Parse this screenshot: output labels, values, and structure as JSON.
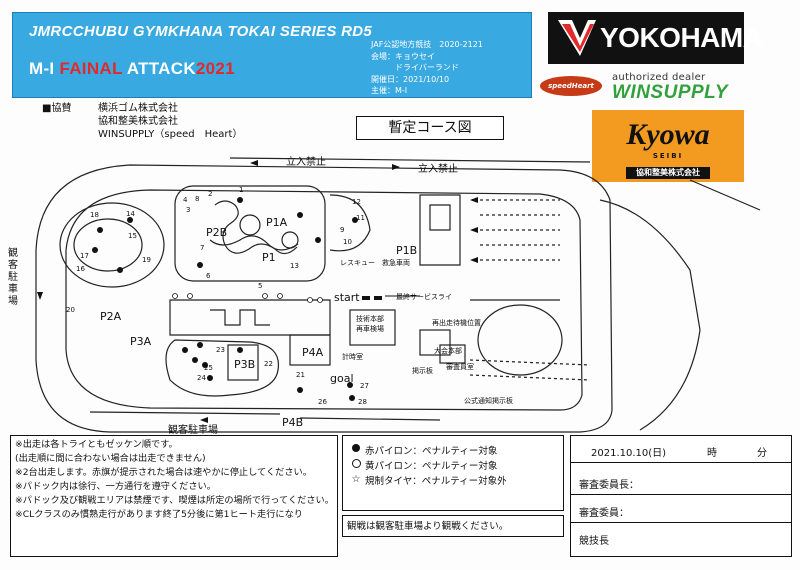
{
  "header": {
    "title_line1": "JMRCCHUBU GYMKHANA TOKAI SERIES RD5",
    "title_line2_a": "M-I ",
    "title_line2_b": "FAINAL",
    "title_line2_c": " ATTACK",
    "title_line2_d": "2021",
    "info": {
      "line1": "JAF公認地方競技　2020-2121",
      "line2": "会場：キョウセイ",
      "line3": "　　　ドライバーランド",
      "line4": "開催日：2021/10/10",
      "line5": "主催：M-I"
    },
    "colors": {
      "banner": "#39a9e2",
      "accent_red": "#e12a2a"
    }
  },
  "logos": {
    "yokohama": "YOKOHAMA",
    "speedheart": "speedHeart",
    "authorized": "authorized dealer",
    "winsupply": "WINSUPPLY",
    "kyowa": "Kyowa",
    "kyowa_sub": "SEIBI",
    "kyowa_name": "協和整美株式会社"
  },
  "sponsors": {
    "label": "■協賛",
    "names": [
      "横浜ゴム株式会社",
      "協和整美株式会社",
      "WINSUPPLY（speed　Heart）"
    ]
  },
  "course_title": "暫定コース図",
  "no_entry": [
    "立入禁止",
    "立入禁止"
  ],
  "map": {
    "areas": [
      "P1",
      "P1A",
      "P1B",
      "P2A",
      "P2B",
      "P3A",
      "P3B",
      "P4A",
      "P4B"
    ],
    "start": "start",
    "goal": "goal",
    "spectator_parking_vertical": "観客駐車場",
    "spectator_parking_bottom": "観客駐車場",
    "small_labels": {
      "rescue": "レスキュー　救急車両",
      "service": "最終サービスライ",
      "tech": "技術本部",
      "re_inspection": "再車検場",
      "timer": "計時室",
      "re_exit": "再出走待機位置",
      "hq": "大会本部",
      "notice": "掲示板",
      "judges_room": "審査員室",
      "official_notice": "公式通知掲示板"
    },
    "pylons": [
      "1",
      "2",
      "3",
      "4",
      "5",
      "6",
      "7",
      "8",
      "9",
      "10",
      "11",
      "12",
      "13",
      "14",
      "15",
      "16",
      "17",
      "18",
      "19",
      "20",
      "21",
      "22",
      "23",
      "24",
      "25",
      "26",
      "27",
      "28"
    ]
  },
  "notes": [
    "※出走は各トライともゼッケン順です。",
    "(出走順に間に合わない場合は出走できません)",
    "※2台出走します。赤旗が提示された場合は速やかに停止してください。",
    "※パドック内は徐行、一方通行を遵守ください。",
    "※パドック及び観戦エリアは禁煙です、喫煙は所定の場所で行ってください。",
    "※CLクラスのみ慣熟走行があります終了5分後に第1ヒート走行になり"
  ],
  "legend": {
    "red": "赤パイロン：ペナルティー対象",
    "yellow": "黄パイロン：ペナルティー対象",
    "tire": "規制タイヤ：ペナルティー対象外"
  },
  "spectate_note": "観戦は観客駐車場より観戦ください。",
  "judges": {
    "date": "2021.10.10(日)",
    "hour": "時",
    "minute": "分",
    "judge1": "審査委員長：",
    "judge2": "審査委員：",
    "chief": "競技長"
  }
}
